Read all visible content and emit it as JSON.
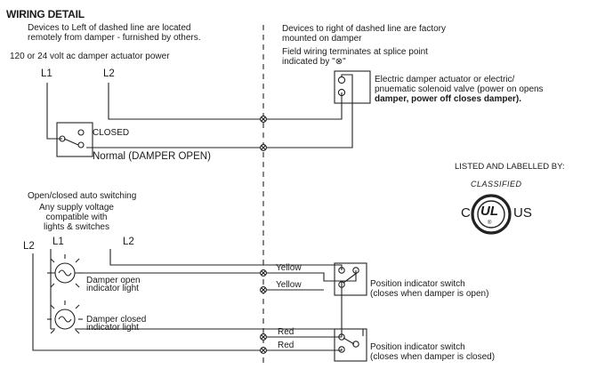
{
  "title": "WIRING DETAIL",
  "left_note": [
    "Devices to Left of dashed line are located",
    "remotely from damper - furnished by others."
  ],
  "right_note": [
    "Devices to right of dashed line are factory",
    "mounted on damper"
  ],
  "splice_note": [
    "Field wiring terminates at splice point",
    "indicated by \"⊗\""
  ],
  "power_label": "120 or 24 volt ac damper actuator power",
  "l1": "L1",
  "l2": "L2",
  "actuator_label": [
    "Electric damper actuator or electric/",
    "pnuematic solenoid valve (power on opens",
    "damper, power off closes damper)."
  ],
  "closed_label": "CLOSED",
  "normal_label": "Normal (DAMPER OPEN)",
  "listed_label": "LISTED AND LABELLED BY:",
  "ul_mark": {
    "classified": "CLASSIFIED",
    "c": "C",
    "ul": "UL",
    "us": "US",
    "registered": "®"
  },
  "auto_switching": "Open/closed auto switching",
  "supply_note": [
    "Any supply voltage",
    "compatible with",
    "lights & switches"
  ],
  "open_light_label": [
    "Damper open",
    "indicator light"
  ],
  "closed_light_label": [
    "Damper closed",
    "indicator light"
  ],
  "wire_yellow": "Yellow",
  "wire_red": "Red",
  "switch_open_label": [
    "Position indicator switch",
    "(closes when damper is open)"
  ],
  "switch_closed_label": [
    "Position indicator switch",
    "(closes when damper is closed)"
  ]
}
